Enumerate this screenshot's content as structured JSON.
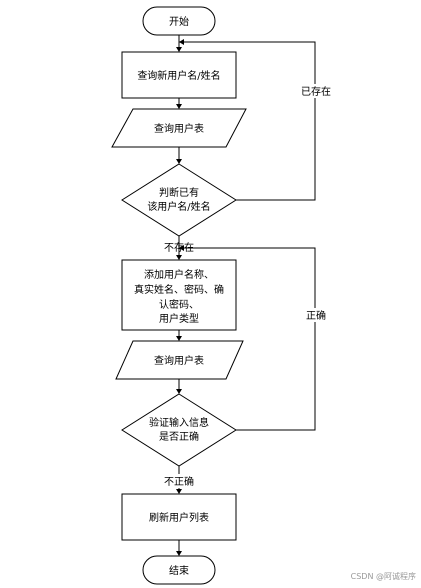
{
  "nodes": {
    "start": "开始",
    "query_new_name": "查询新用户名/姓名",
    "query_user_table_1": "查询用户表",
    "judge_exists_line1": "判断已有",
    "judge_exists_line2": "该用户名/姓名",
    "add_user_line1": "添加用户名称、",
    "add_user_line2": "真实姓名、密码、确",
    "add_user_line3": "认密码、",
    "add_user_line4": "用户类型",
    "query_user_table_2": "查询用户表",
    "validate_line1": "验证输入信息",
    "validate_line2": "是否正确",
    "refresh_list": "刷新用户列表",
    "end": "结束"
  },
  "edge_labels": {
    "already_exists": "已存在",
    "not_exists": "不存在",
    "correct": "正确",
    "incorrect": "不正确"
  },
  "watermark": "CSDN @阿诚程序"
}
